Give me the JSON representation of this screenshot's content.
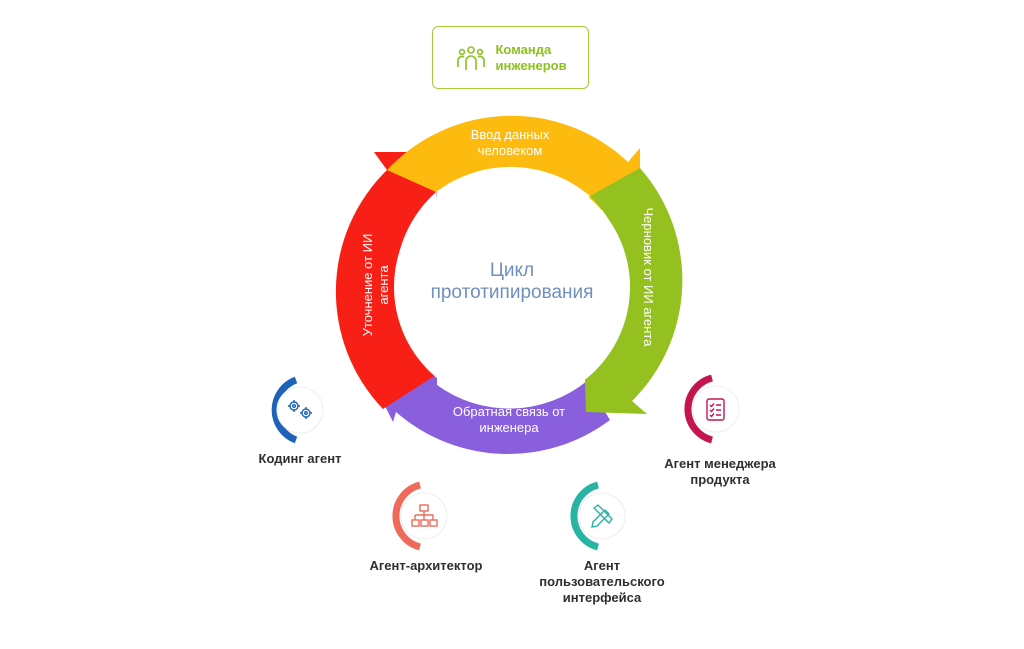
{
  "team": {
    "label": "Команда инженеров",
    "icon": "people-group-icon"
  },
  "cycle": {
    "title": "Цикл прототипирования",
    "segments": [
      {
        "id": "input",
        "label": "Ввод данных человеком",
        "color": "#fdba0f"
      },
      {
        "id": "draft",
        "label": "Черновик от ИИ агента",
        "color": "#94c11f"
      },
      {
        "id": "feedback",
        "label": "Обратная связь от инженера",
        "color": "#8a5fdd"
      },
      {
        "id": "refine",
        "label": "Уточнение от ИИ агента",
        "color": "#f81f17"
      }
    ]
  },
  "agents": [
    {
      "id": "coding",
      "label": "Кодинг агент",
      "color": "#1e63b7",
      "icon": "gears-icon"
    },
    {
      "id": "architect",
      "label": "Агент-архитектор",
      "color": "#ef6a5a",
      "icon": "hierarchy-icon"
    },
    {
      "id": "ui",
      "label": "Агент пользовательского интерфейса",
      "color": "#27b4a5",
      "icon": "pencil-ruler-icon"
    },
    {
      "id": "pm",
      "label": "Агент менеджера продукта",
      "color": "#c5164c",
      "icon": "checklist-icon"
    }
  ]
}
